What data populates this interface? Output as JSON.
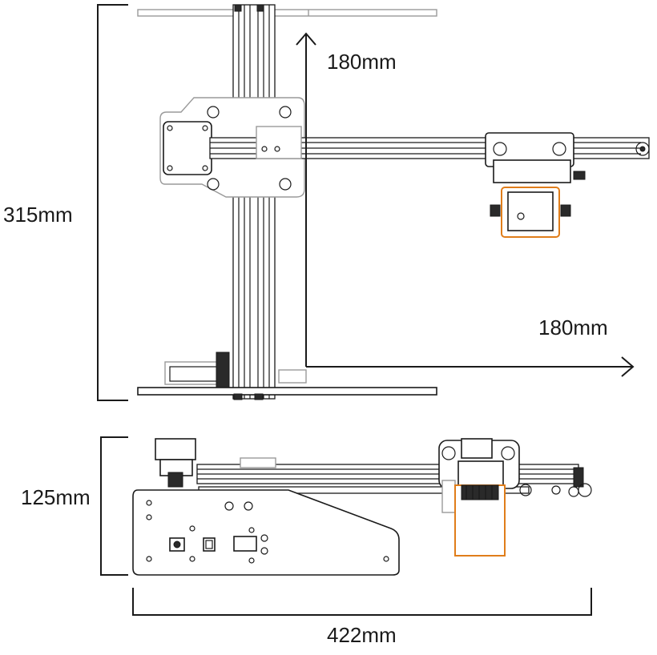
{
  "dimensions": {
    "top_height": "315mm",
    "top_y_travel": "180mm",
    "top_x_travel": "180mm",
    "side_height": "125mm",
    "side_length": "422mm"
  },
  "colors": {
    "line": "#1a1a1a",
    "laser_module": "#e07d1a",
    "ghost_part": "#9a9a9a"
  }
}
